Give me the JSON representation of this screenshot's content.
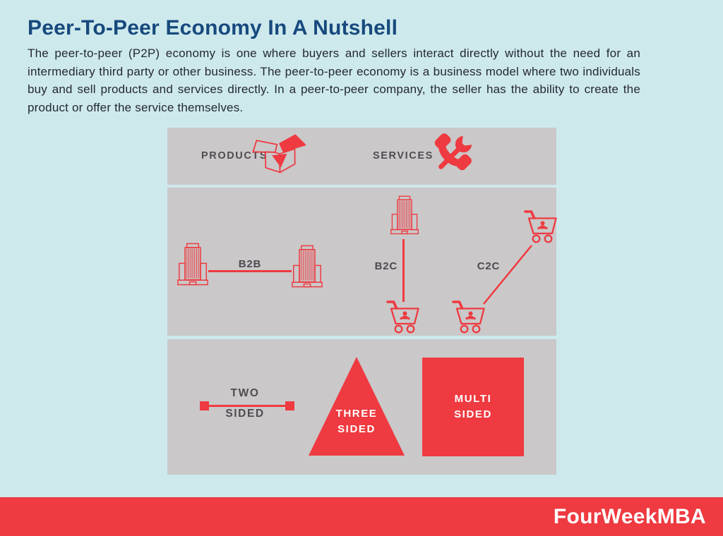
{
  "header": {
    "title": "Peer-To-Peer Economy In A Nutshell",
    "description": "The peer-to-peer (P2P) economy is one where buyers and sellers interact directly without the need for an intermediary third party or other business. The peer-to-peer economy is a business model where two individuals buy and sell products and services directly. In a peer-to-peer company, the seller has the ability to create the product or offer the service themselves."
  },
  "diagram": {
    "offer_types": [
      {
        "label": "PRODUCTS",
        "icon": "open-box-icon"
      },
      {
        "label": "SERVICES",
        "icon": "phone-wrench-icon"
      }
    ],
    "relationship_models": [
      {
        "label": "B2B",
        "from": "business",
        "to": "business"
      },
      {
        "label": "B2C",
        "from": "business",
        "to": "consumer"
      },
      {
        "label": "C2C",
        "from": "consumer",
        "to": "consumer"
      }
    ],
    "platform_models": [
      {
        "line1": "TWO",
        "line2": "SIDED",
        "shape": "line-with-endpoints"
      },
      {
        "line1": "THREE",
        "line2": "SIDED",
        "shape": "triangle"
      },
      {
        "line1": "MULTI",
        "line2": "SIDED",
        "shape": "square"
      }
    ]
  },
  "footer": {
    "brand": "FourWeekMBA"
  },
  "colors": {
    "background": "#cde9ec",
    "panel_gray": "#cac8c9",
    "accent_red": "#ee3a40",
    "title_navy": "#17497d",
    "body_text": "#252833",
    "label_gray": "#514b51",
    "white": "#ffffff"
  }
}
